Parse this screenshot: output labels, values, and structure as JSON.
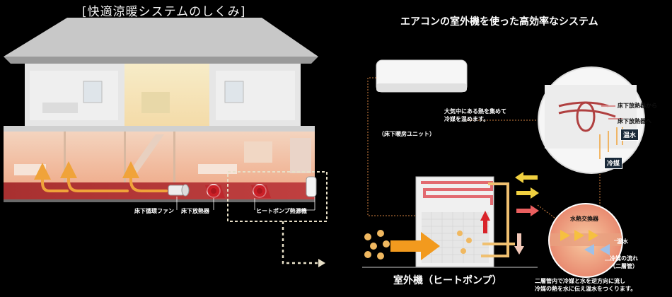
{
  "left": {
    "title": "[快適涼暖システムのしくみ]",
    "labels": {
      "fan": "床下循環ファン",
      "radiator": "床下放熱器",
      "heatpump_unit": "ヒートポンプ熱源機"
    }
  },
  "right": {
    "title": "エアコンの室外機を使った高効率なシステム",
    "indoor_unit": "（床下暖房ユニット）",
    "air_heat_note": [
      "大気中にある熱を集めて",
      "冷媒を温めます。"
    ],
    "from_radiator": "床下放熱器から",
    "to_radiator": "床下放熱器へ",
    "hot_water_tag": "温水",
    "refrigerant_tag": "冷媒",
    "exchanger_title": "水熱交換器",
    "hot_water": "温水",
    "refrigerant_flow": [
      "冷媒の流れ",
      "（二層管）"
    ],
    "outdoor_unit": "室外機（ヒートポンプ）",
    "bottom_note": [
      "二層管内で冷媒と水を逆方向に流し",
      "冷媒の熱を水に伝え温水をつくります。"
    ]
  },
  "colors": {
    "background": "#000000",
    "warm": "#f0a33a",
    "hot_red": "#d9232a",
    "cool_blue": "#8fb8e8",
    "dotted_path": "#e8e0c8"
  }
}
